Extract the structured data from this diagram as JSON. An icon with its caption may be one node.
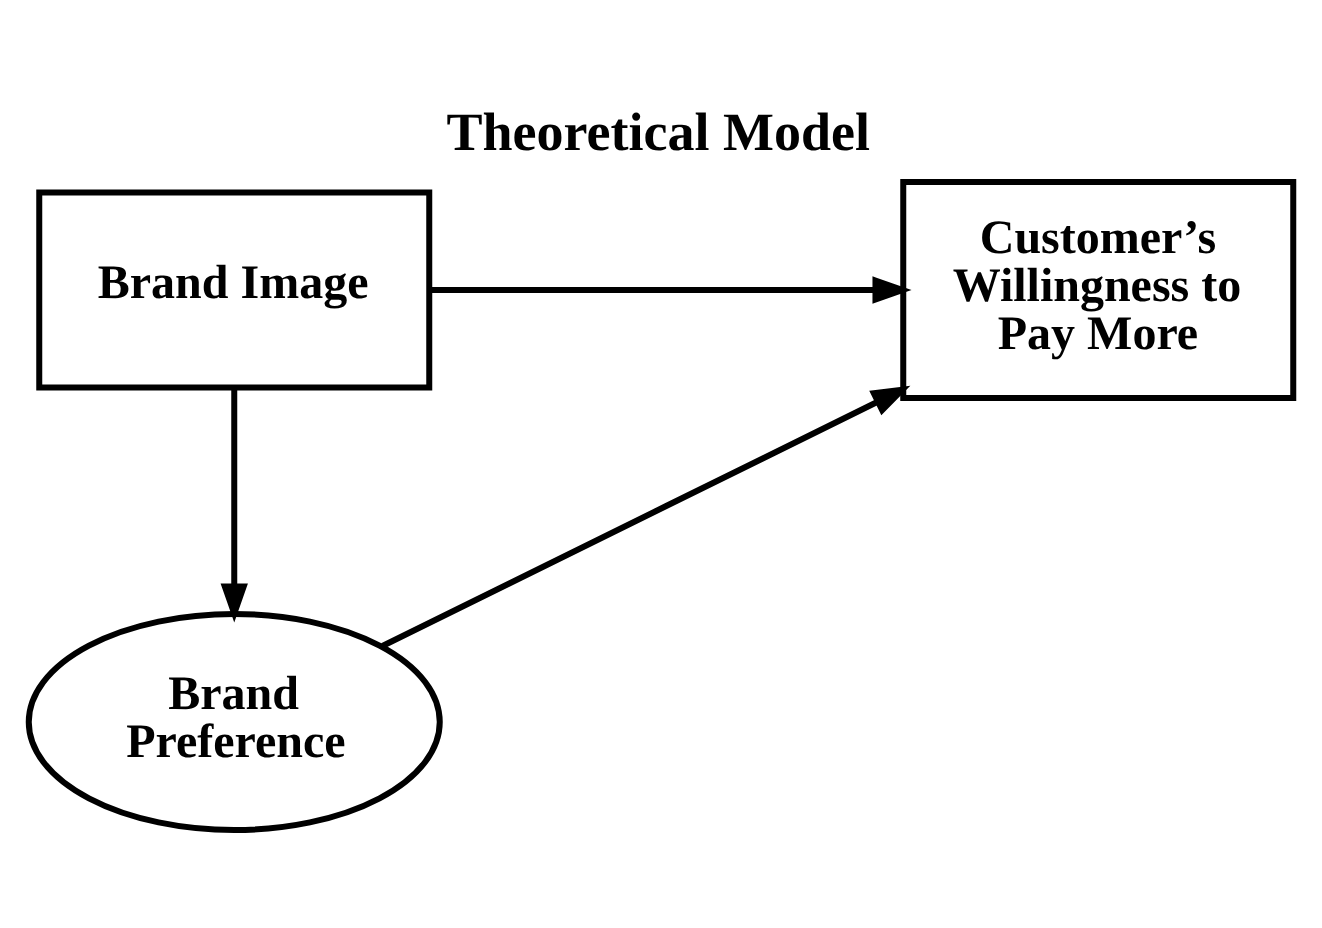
{
  "diagram": {
    "title": "Theoretical Model",
    "nodes": [
      {
        "text": [
          "Brand Image"
        ]
      },
      {
        "text": [
          "Customer’s Willingness to Pay More"
        ]
      },
      {
        "text": [
          "Brand Preference"
        ]
      }
    ],
    "edges": [
      {
        "from": 0,
        "to": 1,
        "arrow": "to"
      },
      {
        "from": 0,
        "to": 2,
        "arrow": "to"
      },
      {
        "from": 2,
        "to": 1,
        "arrow": "to"
      }
    ]
  }
}
